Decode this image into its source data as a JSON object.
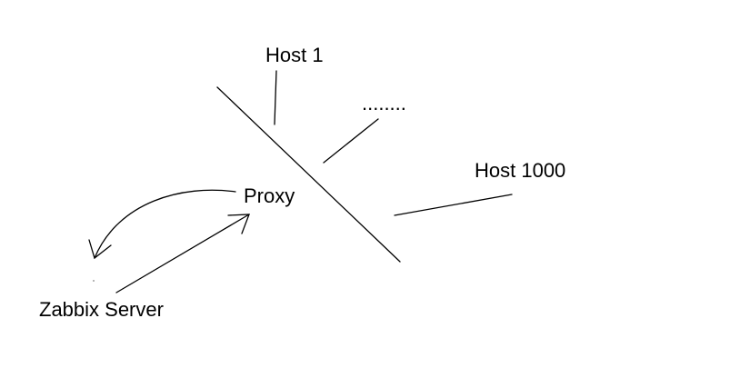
{
  "labels": {
    "host_first": "Host 1",
    "ellipsis": "........",
    "host_last": "Host 1000",
    "proxy": "Proxy",
    "server": "Zabbix Server"
  },
  "colors": {
    "background": "#ffffff",
    "stroke": "#000000",
    "text": "#000000"
  }
}
